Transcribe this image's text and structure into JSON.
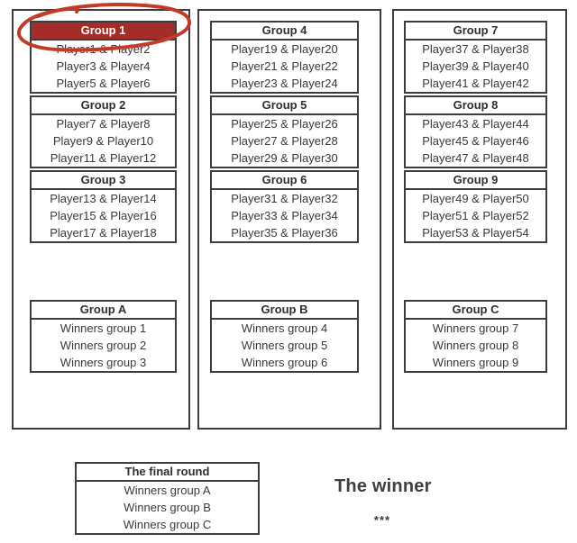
{
  "colors": {
    "box_border": "#3d3d3d",
    "text": "#3a3a3a",
    "highlight_header_bg": "#a42c29",
    "highlight_header_text": "#ffffff",
    "annotation_red": "#c23a28"
  },
  "annotation": {
    "type": "hand-drawn-circle",
    "around": "Group 1 header"
  },
  "columns": [
    {
      "groups": [
        {
          "title": "Group 1",
          "highlighted": true,
          "rows": [
            "Player1 & Player2",
            "Player3 & Player4",
            "Player5 & Player6"
          ]
        },
        {
          "title": "Group 2",
          "highlighted": false,
          "rows": [
            "Player7 & Player8",
            "Player9 & Player10",
            "Player11 & Player12"
          ]
        },
        {
          "title": "Group 3",
          "highlighted": false,
          "rows": [
            "Player13 & Player14",
            "Player15 & Player16",
            "Player17 & Player18"
          ]
        }
      ],
      "winners": {
        "title": "Group A",
        "rows": [
          "Winners group 1",
          "Winners group 2",
          "Winners group 3"
        ]
      }
    },
    {
      "groups": [
        {
          "title": "Group 4",
          "highlighted": false,
          "rows": [
            "Player19 & Player20",
            "Player21 & Player22",
            "Player23 & Player24"
          ]
        },
        {
          "title": "Group 5",
          "highlighted": false,
          "rows": [
            "Player25 & Player26",
            "Player27 & Player28",
            "Player29 & Player30"
          ]
        },
        {
          "title": "Group 6",
          "highlighted": false,
          "rows": [
            "Player31 & Player32",
            "Player33 & Player34",
            "Player35 & Player36"
          ]
        }
      ],
      "winners": {
        "title": "Group B",
        "rows": [
          "Winners group 4",
          "Winners group 5",
          "Winners group 6"
        ]
      }
    },
    {
      "groups": [
        {
          "title": "Group 7",
          "highlighted": false,
          "rows": [
            "Player37 & Player38",
            "Player39 & Player40",
            "Player41 & Player42"
          ]
        },
        {
          "title": "Group 8",
          "highlighted": false,
          "rows": [
            "Player43 & Player44",
            "Player45 & Player46",
            "Player47 & Player48"
          ]
        },
        {
          "title": "Group 9",
          "highlighted": false,
          "rows": [
            "Player49 & Player50",
            "Player51 & Player52",
            "Player53 & Player54"
          ]
        }
      ],
      "winners": {
        "title": "Group C",
        "rows": [
          "Winners group 7",
          "Winners group 8",
          "Winners group 9"
        ]
      }
    }
  ],
  "final_round": {
    "title": "The final round",
    "rows": [
      "Winners group A",
      "Winners group B",
      "Winners group C"
    ]
  },
  "winner": {
    "label": "The winner",
    "stars": "***"
  }
}
